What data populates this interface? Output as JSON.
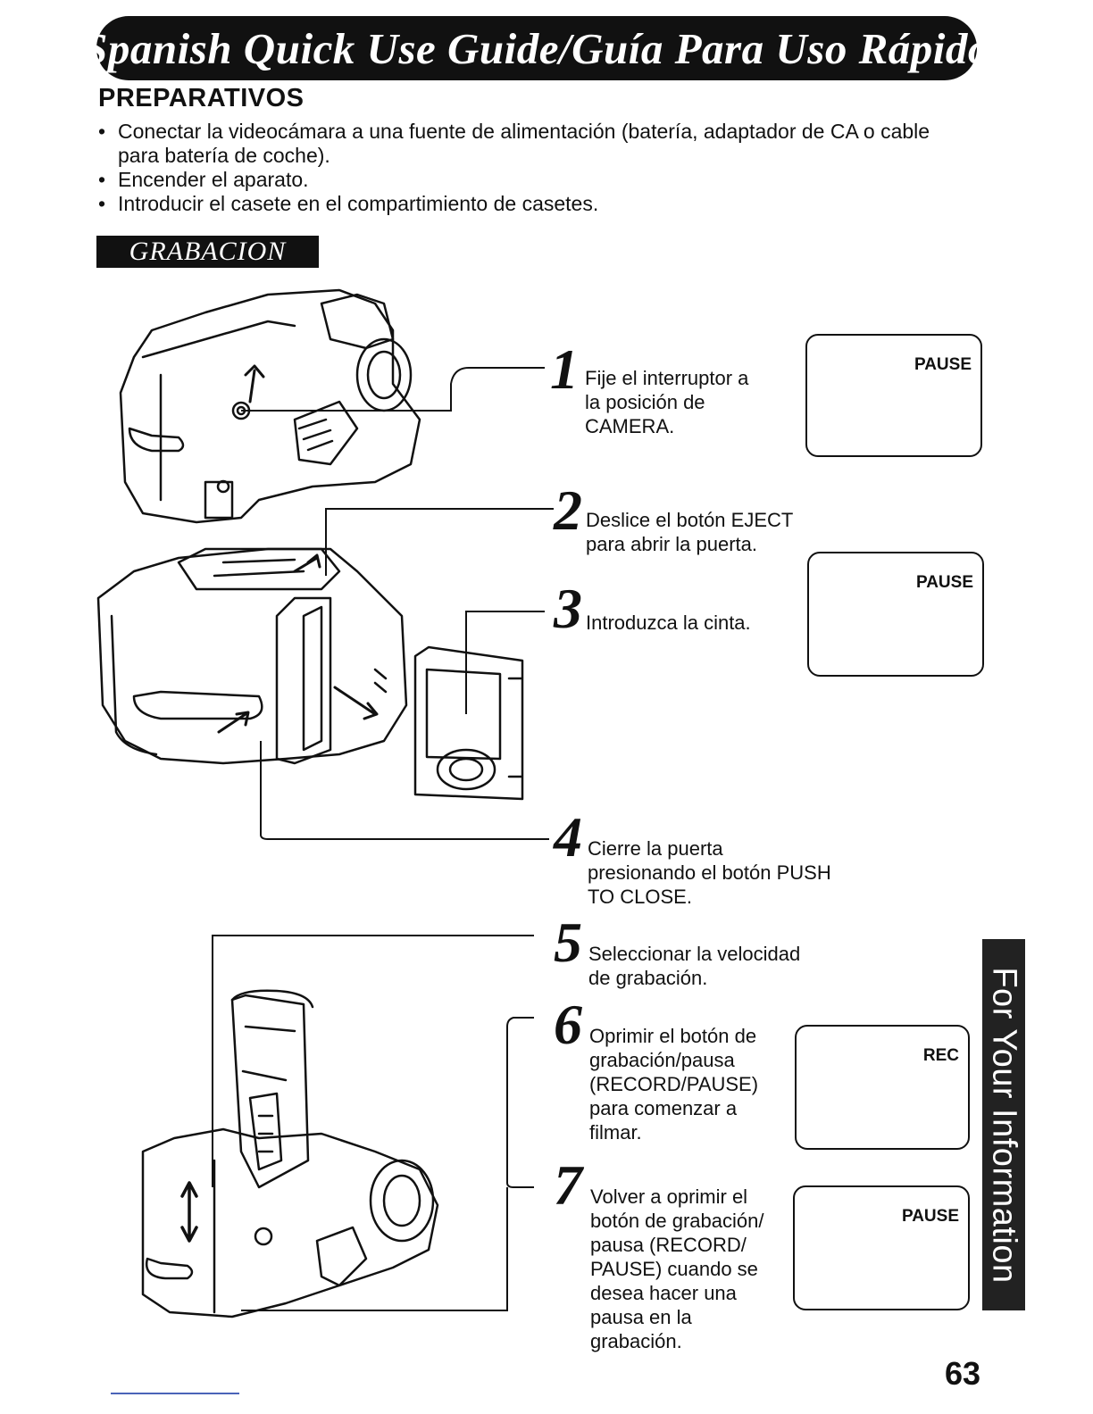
{
  "header": {
    "title": "Spanish Quick Use Guide/Guía Para Uso Rápido"
  },
  "preparativos": {
    "heading": "PREPARATIVOS",
    "items": [
      "Conectar la videocámara a una fuente de alimentación (batería, adaptador de CA o cable para batería de coche).",
      "Encender el aparato.",
      "Introducir el casete en el compartimiento de casetes."
    ]
  },
  "grabacion": {
    "label": "GRABACION"
  },
  "steps": [
    {
      "num": "1",
      "text": "Fije el interruptor a\nla posición de\nCAMERA."
    },
    {
      "num": "2",
      "text": "Deslice el botón EJECT\npara abrir la puerta."
    },
    {
      "num": "3",
      "text": "Introduzca la cinta."
    },
    {
      "num": "4",
      "text": "Cierre la puerta\npresionando el botón PUSH\nTO CLOSE."
    },
    {
      "num": "5",
      "text": "Seleccionar la velocidad\nde grabación."
    },
    {
      "num": "6",
      "text": "Oprimir el botón de\ngrabación/pausa\n(RECORD/PAUSE)\npara comenzar a\nfilmar."
    },
    {
      "num": "7",
      "text": "Volver a oprimir el\nbotón de grabación/\npausa (RECORD/\nPAUSE) cuando se\ndesea hacer una\npausa en la\ngrabación."
    }
  ],
  "screens": [
    "PAUSE",
    "PAUSE",
    "REC",
    "PAUSE"
  ],
  "side_tab": {
    "label": "For Your Information"
  },
  "footer": {
    "page_number": "63"
  }
}
